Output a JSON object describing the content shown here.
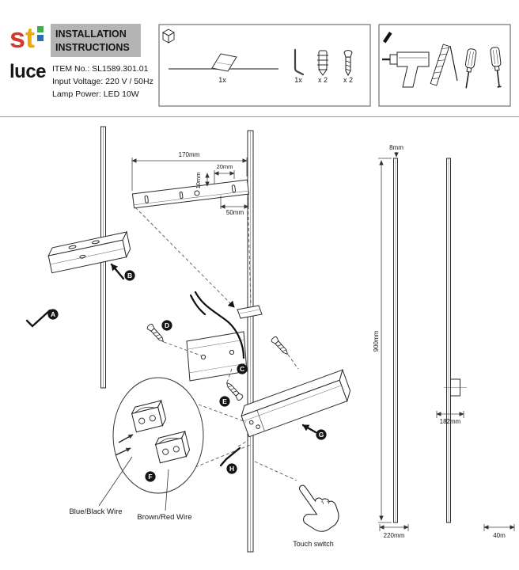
{
  "brand": {
    "logo": {
      "s": "s",
      "t": "t",
      "name": "luce"
    },
    "colors": {
      "red": "#d7392e",
      "yellow": "#f0a500",
      "green": "#3fae49",
      "blue": "#2a6fb0"
    }
  },
  "header": {
    "title_line1": "INSTALLATION",
    "title_line2": "INSTRUCTIONS",
    "title_bg": "#b4b4b4",
    "title_color": "#1b5a55",
    "item_no": "ITEM No.: SL1589.301.01",
    "voltage": "Input Voltage: 220 V / 50Hz",
    "power": "Lamp Power: LED 10W"
  },
  "kit": {
    "bracket_qty": "1x",
    "allen_key_qty": "1x",
    "dowel_qty": "x 2",
    "screw_qty": "x 2"
  },
  "diagram": {
    "plate": {
      "width": "170mm",
      "slot_pitch": "20mm",
      "thickness": "10mm",
      "hole_offset": "50mm"
    },
    "steps": {
      "a": "A",
      "b": "B",
      "c": "C",
      "d": "D",
      "e": "E",
      "f": "F",
      "g": "G",
      "h": "H"
    },
    "wiring": {
      "blue": "Blue/Black Wire",
      "brown": "Brown/Red Wire"
    },
    "touch_label": "Touch switch",
    "side_view": {
      "profile_width": "8mm",
      "height": "900mm",
      "bracket_pos": "182mm",
      "left_width": "220mm",
      "right_width": "40m"
    }
  }
}
